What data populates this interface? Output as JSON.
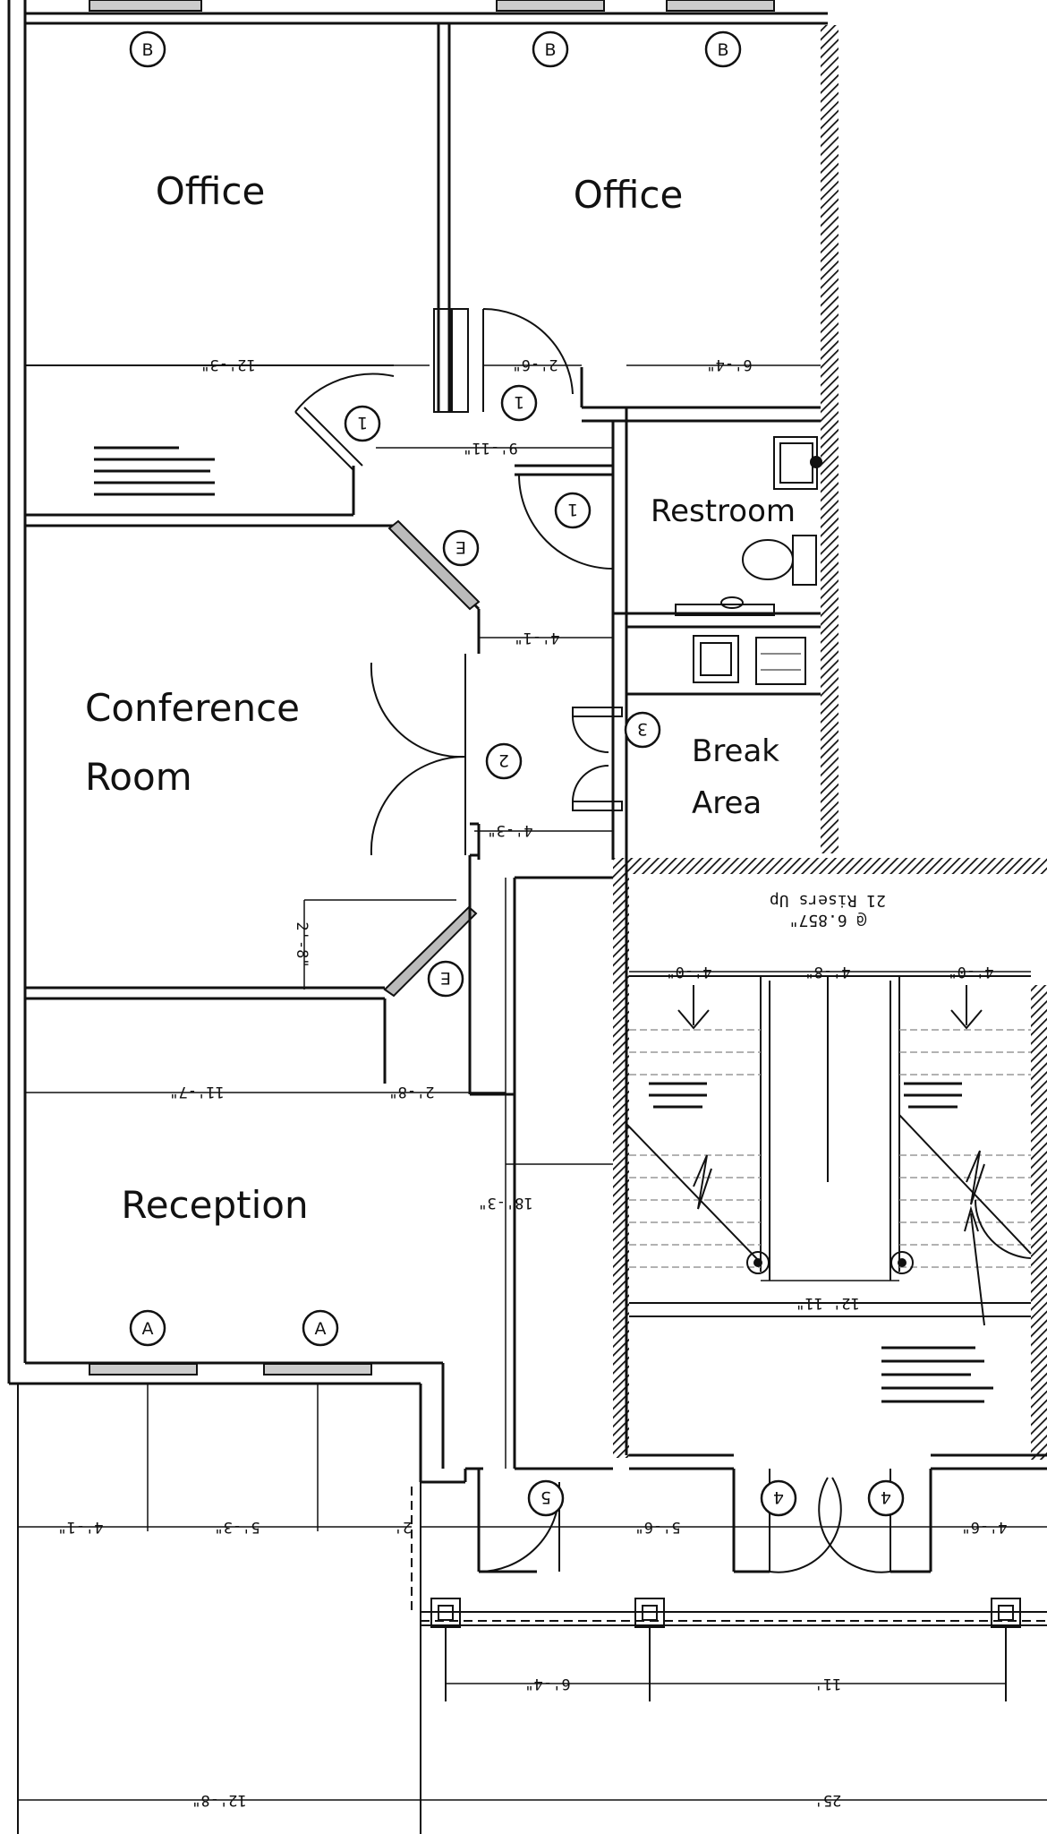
{
  "rooms": {
    "office_left": "Office",
    "office_right": "Office",
    "restroom": "Restroom",
    "conference_line1": "Conference",
    "conference_line2": "Room",
    "break_line1": "Break",
    "break_line2": "Area",
    "reception": "Reception"
  },
  "stairs": {
    "risers_line1": "21 Risers Up",
    "risers_line2": "@ 6.857\""
  },
  "dimensions": {
    "office_left_width": "12'-3\"",
    "office_door_gap": "2'-6\"",
    "office_right_width": "6'-4\"",
    "corridor_width": "9'-11\"",
    "break_corridor": "4'-1\"",
    "conf_door": "4'-3\"",
    "conf_depth": "2'-8\"",
    "reception_width": "11'-7\"",
    "reception_gap": "2'-8\"",
    "hall_length": "18'-3\"",
    "stair_top_left": "4'-0\"",
    "stair_top_mid": "4'-8\"",
    "stair_top_right": "4'-0\"",
    "stair_bottom": "12'-11\"",
    "bottom_left_1": "4'-1\"",
    "bottom_left_2": "5'-3\"",
    "bottom_left_3": "2'",
    "bottom_mid": "5'-6\"",
    "bottom_right": "4'-6\"",
    "canopy_left": "6'-4\"",
    "canopy_mid": "11'",
    "total_left": "12'-8\"",
    "total_right": "25'"
  },
  "door_tags": {
    "office_left": "B",
    "office_right_1": "B",
    "office_right_2": "B",
    "corridor_1": "1",
    "corridor_2": "1",
    "restroom": "1",
    "conf_upper": "E",
    "conference": "2",
    "break": "3",
    "conf_lower": "E",
    "window_1": "A",
    "window_2": "A",
    "entry_side": "5",
    "entry_1": "4",
    "entry_2": "4"
  }
}
